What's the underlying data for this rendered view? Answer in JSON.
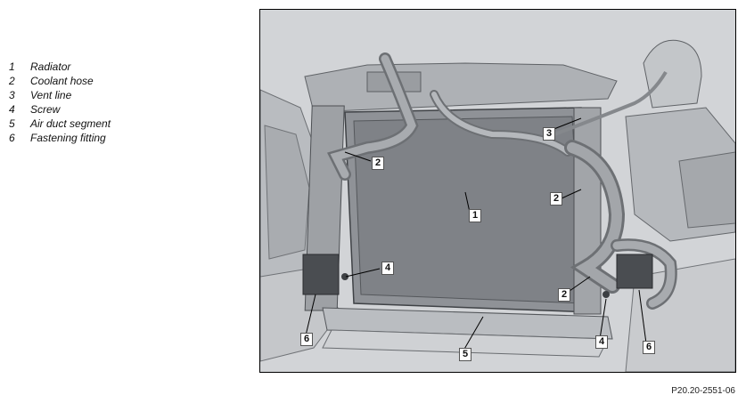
{
  "legend": [
    {
      "num": "1",
      "label": "Radiator"
    },
    {
      "num": "2",
      "label": "Coolant hose"
    },
    {
      "num": "3",
      "label": "Vent line"
    },
    {
      "num": "4",
      "label": "Screw"
    },
    {
      "num": "5",
      "label": "Air duct segment"
    },
    {
      "num": "6",
      "label": "Fastening fitting"
    }
  ],
  "callouts": {
    "c1": "1",
    "c2a": "2",
    "c2b": "2",
    "c2c": "2",
    "c3": "3",
    "c4a": "4",
    "c4b": "4",
    "c5": "5",
    "c6a": "6",
    "c6b": "6"
  },
  "figure_id": "P20.20-2551-06"
}
